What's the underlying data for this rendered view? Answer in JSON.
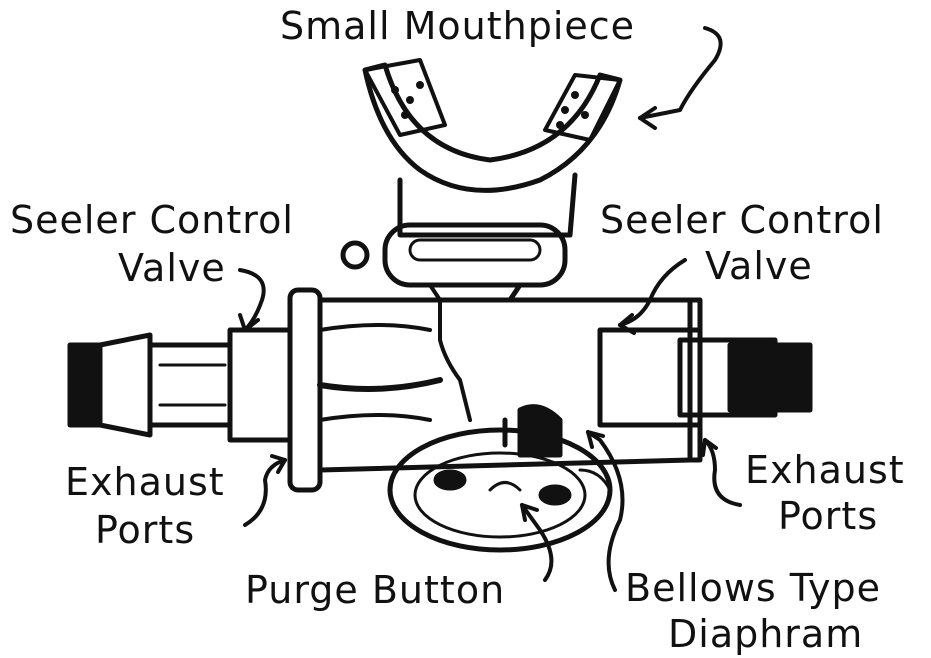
{
  "labels": {
    "mouthpiece": "Small Mouthpiece",
    "left_valve_line1": "Seeler Control",
    "left_valve_line2": "Valve",
    "right_valve_line1": "Seeler Control",
    "right_valve_line2": "Valve",
    "left_exhaust_line1": "Exhaust",
    "left_exhaust_line2": "Ports",
    "right_exhaust_line1": "Exhaust",
    "right_exhaust_line2": "Ports",
    "purge": "Purge Button",
    "bellows_line1": "Bellows Type",
    "bellows_line2": "Diaphram"
  },
  "colors": {
    "ink": "#111111",
    "paper": "#ffffff"
  }
}
